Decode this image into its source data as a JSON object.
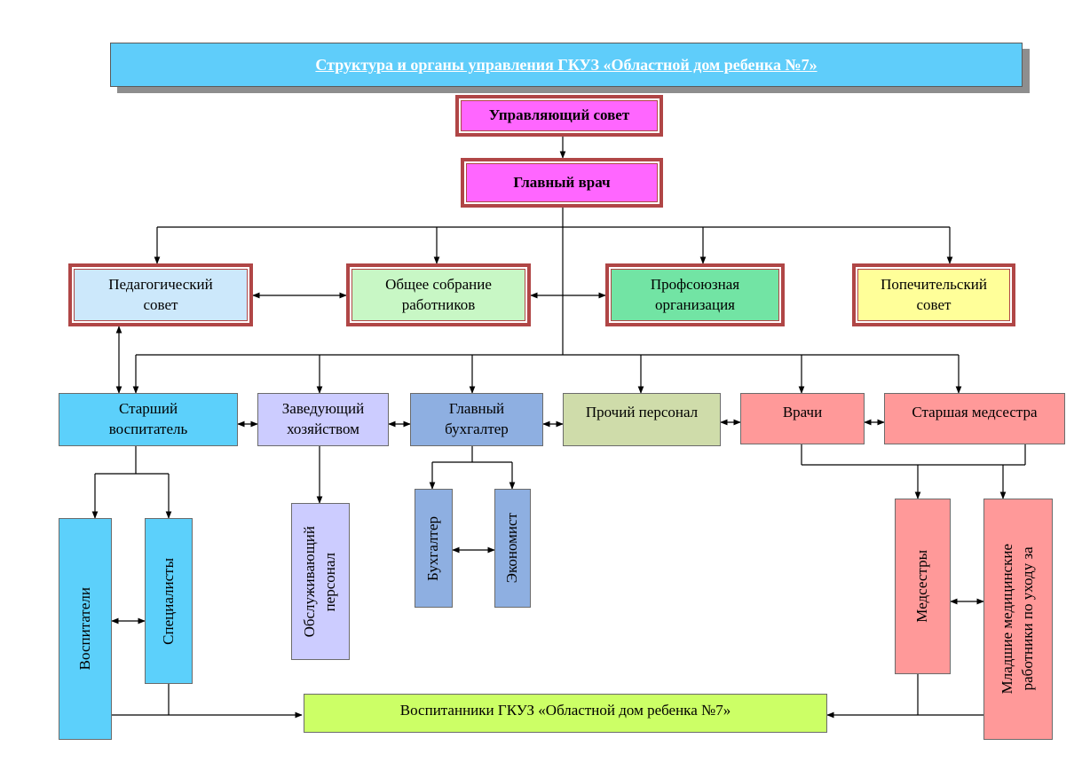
{
  "title": "Структура  и органы управления ГКУЗ «Областной дом ребенка №7»",
  "colors": {
    "title_bg": "#5fcdfa",
    "magenta": "#ff66ff",
    "light_blue": "#cce8fb",
    "light_green": "#c8f7c5",
    "teal_green": "#72e4a4",
    "light_yellow": "#ffff99",
    "cyan": "#5cd0fb",
    "lavender": "#ccccff",
    "steel_blue": "#8eafe1",
    "olive": "#cfdcaa",
    "salmon": "#ff9999",
    "lime": "#ccff66",
    "frame": "#b04646"
  },
  "boxes": {
    "board": "Управляющий совет",
    "chief_doctor": "Главный врач",
    "ped_council": [
      "Педагогический",
      "совет"
    ],
    "general_meeting": [
      "Общее собрание",
      "работников"
    ],
    "union": [
      "Профсоюзная",
      "организация"
    ],
    "trustee_council": [
      "Попечительский",
      "совет"
    ],
    "senior_educator": [
      "Старший",
      "воспитатель"
    ],
    "housekeeper": [
      "Заведующий",
      "хозяйством"
    ],
    "chief_accountant": [
      "Главный",
      "бухгалтер"
    ],
    "other_staff": "Прочий персонал",
    "doctors": "Врачи",
    "head_nurse": "Старшая медсестра",
    "educators": "Воспитатели",
    "specialists": "Специалисты",
    "service_staff": [
      "Обслуживающий",
      "персонал"
    ],
    "accountant": "Бухгалтер",
    "economist": "Экономист",
    "nurses": "Медсестры",
    "junior_staff": [
      "Младшие медицинские",
      "работники по уходу за"
    ],
    "pupils": "Воспитанники ГКУЗ «Областной дом ребенка №7»"
  }
}
